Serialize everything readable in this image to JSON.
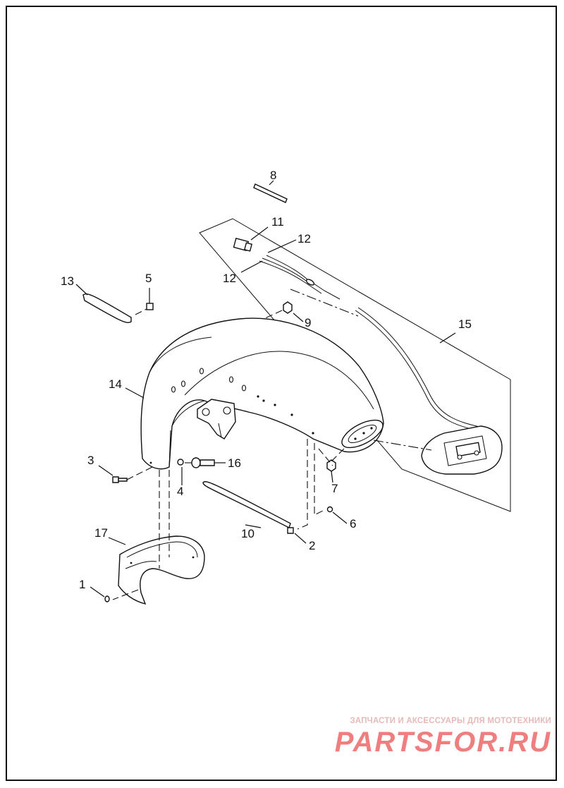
{
  "diagram": {
    "callouts": [
      "1",
      "2",
      "3",
      "4",
      "5",
      "6",
      "7",
      "8",
      "9",
      "10",
      "11",
      "12",
      "12",
      "13",
      "14",
      "15",
      "16",
      "17"
    ]
  },
  "watermark": {
    "tagline": "ЗАПЧАСТИ И АКСЕССУАРЫ ДЛЯ МОТОТЕХНИКИ",
    "brand": "PARTSFOR.RU",
    "color": "#ef7f7f"
  }
}
